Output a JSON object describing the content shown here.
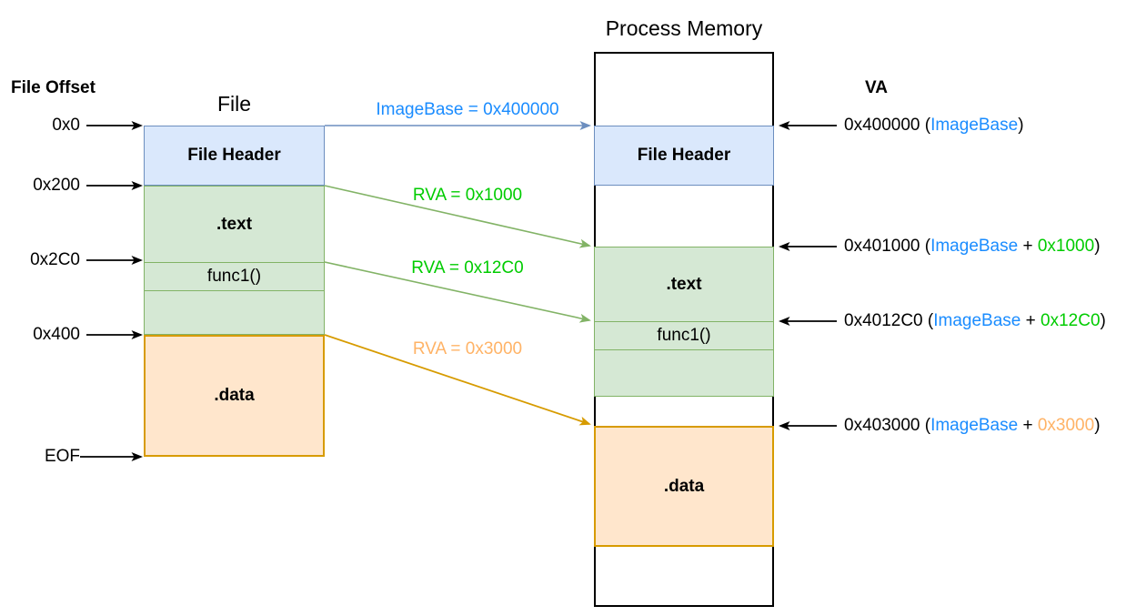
{
  "colors": {
    "blue_fill": "#dae8fc",
    "blue_stroke": "#6c8ebf",
    "green_fill": "#d5e8d4",
    "green_stroke": "#82b366",
    "orange_fill": "#ffe6cc",
    "orange_stroke": "#d79b00",
    "blue_text": "#1a8cff",
    "green_text": "#00cc00",
    "orange_text": "#ffb366",
    "ink": "#000000"
  },
  "headings": {
    "file_offset": "File Offset",
    "file_title": "File",
    "process_title": "Process Memory",
    "va": "VA"
  },
  "file_column": {
    "header": "File Header",
    "text": ".text",
    "func1": "func1()",
    "data": ".data"
  },
  "process_column": {
    "header": "File Header",
    "text": ".text",
    "func1": "func1()",
    "data": ".data"
  },
  "file_offsets": [
    "0x0",
    "0x200",
    "0x2C0",
    "0x400",
    "EOF"
  ],
  "mapping_labels": {
    "imagebase": "ImageBase = 0x400000",
    "rva_text": "RVA = 0x1000",
    "rva_func1": "RVA = 0x12C0",
    "rva_data": "RVA = 0x3000"
  },
  "va_labels": [
    {
      "prefix": "0x400000 (",
      "base": "ImageBase",
      "mid": "",
      "rva": "",
      "suffix": ")"
    },
    {
      "prefix": "0x401000 (",
      "base": "ImageBase",
      "mid": " + ",
      "rva": "0x1000",
      "suffix": ")"
    },
    {
      "prefix": "0x4012C0 (",
      "base": "ImageBase",
      "mid": " + ",
      "rva": "0x12C0",
      "suffix": ")"
    },
    {
      "prefix": "0x403000 (",
      "base": "ImageBase",
      "mid": " + ",
      "rva": "0x3000",
      "suffix": ")"
    }
  ]
}
